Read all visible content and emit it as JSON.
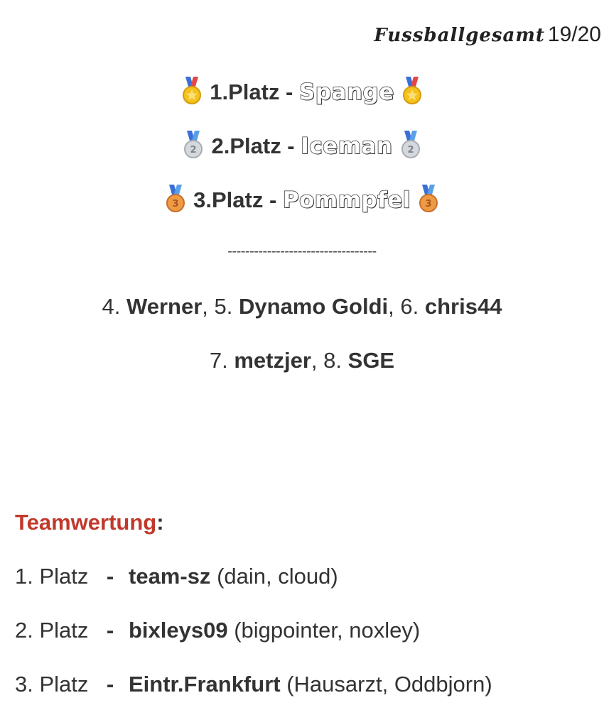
{
  "header": {
    "title_script": "Fussballgesamt",
    "season": "19/20"
  },
  "podium": [
    {
      "place_label": "1.Platz -",
      "name": "Spange",
      "medal": "gold-medal-icon",
      "medal_number": "",
      "medal_color": "#f4c21a"
    },
    {
      "place_label": "2.Platz -",
      "name": "Iceman",
      "medal": "silver-medal-icon",
      "medal_number": "2",
      "medal_color": "#c8ccd2"
    },
    {
      "place_label": "3.Platz -",
      "name": "Pommpfel",
      "medal": "bronze-medal-icon",
      "medal_number": "3",
      "medal_color": "#e58a3a"
    }
  ],
  "divider": "----------------------------------",
  "ranks": {
    "row1": [
      {
        "num": "4.",
        "name": "Werner",
        "sep": ","
      },
      {
        "num": "5.",
        "name": "Dynamo Goldi",
        "sep": ","
      },
      {
        "num": "6.",
        "name": "chris44",
        "sep": ""
      }
    ],
    "row2": [
      {
        "num": "7.",
        "name": "metzjer",
        "sep": ","
      },
      {
        "num": "8.",
        "name": "SGE",
        "sep": ""
      }
    ]
  },
  "team_section": {
    "heading": "Teamwertung",
    "colon": ":",
    "accent_color": "#c0392b",
    "rows": [
      {
        "place": "1. Platz",
        "dash": "-",
        "team": "team-sz",
        "members": "(dain, cloud)"
      },
      {
        "place": "2. Platz",
        "dash": "-",
        "team": "bixleys09",
        "members": "(bigpointer, noxley)"
      },
      {
        "place": "3. Platz",
        "dash": "-",
        "team": "Eintr.Frankfurt",
        "members": "(Hausarzt, Oddbjorn)"
      }
    ]
  }
}
